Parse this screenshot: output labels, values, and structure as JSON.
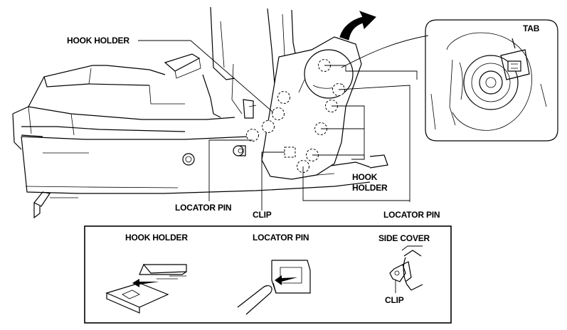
{
  "labels": {
    "hook_holder_top": "HOOK HOLDER",
    "tab": "TAB",
    "hook_holder_right_line1": "HOOK",
    "hook_holder_right_line2": "HOLDER",
    "locator_pin_left": "LOCATOR PIN",
    "clip_main": "CLIP",
    "locator_pin_right": "LOCATOR PIN"
  },
  "legend": {
    "hook_holder": "HOOK HOLDER",
    "locator_pin": "LOCATOR PIN",
    "side_cover": "SIDE COVER",
    "clip": "CLIP"
  }
}
